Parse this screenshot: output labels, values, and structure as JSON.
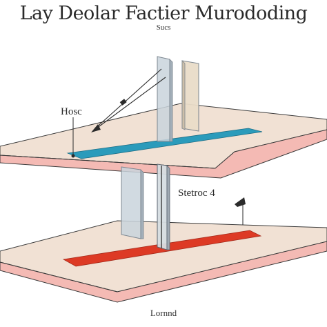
{
  "title": "Lay Deolar Factier Murododing",
  "subtitle": "Sucs",
  "labels": {
    "top_pointer": "Hosc",
    "bottom_pointer": "Stetroc 4"
  },
  "caption": "Lornnd",
  "colors": {
    "board_top": "#f1e1d4",
    "board_edge": "#f4bab4",
    "top_strip": "#2b9bbb",
    "bottom_strip": "#dd3a25",
    "glass": "#c9d4dc",
    "glass_edge": "#7b858f",
    "outline": "#3a3a3a"
  }
}
